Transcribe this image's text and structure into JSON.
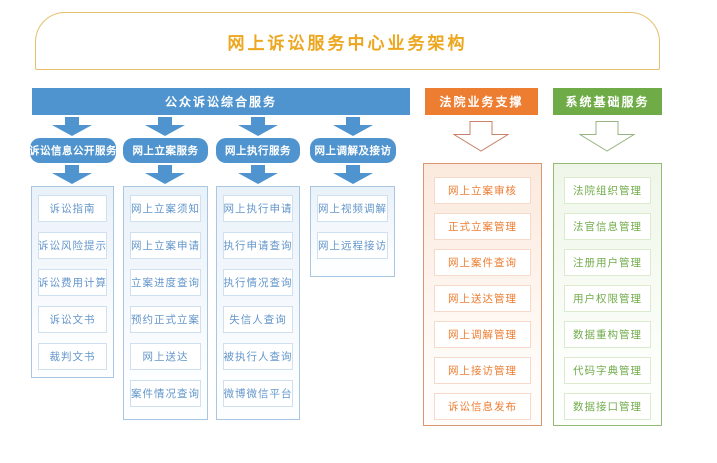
{
  "title": "网上诉讼服务中心业务架构",
  "colors": {
    "gold_text": "#eca71f",
    "gold_border": "#e5c06c",
    "blue": "#4f94ce",
    "orange": "#ed7d31",
    "green": "#6fac47"
  },
  "public_services": {
    "header": "公众诉讼综合服务",
    "columns": [
      {
        "header": "诉讼信息公开服务",
        "items": [
          "诉讼指南",
          "诉讼风险提示",
          "诉讼费用计算",
          "诉讼文书",
          "裁判文书"
        ]
      },
      {
        "header": "网上立案服务",
        "items": [
          "网上立案须知",
          "网上立案申请",
          "立案进度查询",
          "预约正式立案",
          "网上送达",
          "案件情况查询"
        ]
      },
      {
        "header": "网上执行服务",
        "items": [
          "网上执行申请",
          "执行申请查询",
          "执行情况查询",
          "失信人查询",
          "被执行人查询",
          "微博微信平台"
        ]
      },
      {
        "header": "网上调解及接访",
        "items": [
          "网上视频调解",
          "网上远程接访"
        ]
      }
    ]
  },
  "court_support": {
    "header": "法院业务支撑",
    "items": [
      "网上立案审核",
      "正式立案管理",
      "网上案件查询",
      "网上送达管理",
      "网上调解管理",
      "网上接访管理",
      "诉讼信息发布"
    ]
  },
  "system_services": {
    "header": "系统基础服务",
    "items": [
      "法院组织管理",
      "法官信息管理",
      "注册用户管理",
      "用户权限管理",
      "数据重构管理",
      "代码字典管理",
      "数据接口管理"
    ]
  }
}
